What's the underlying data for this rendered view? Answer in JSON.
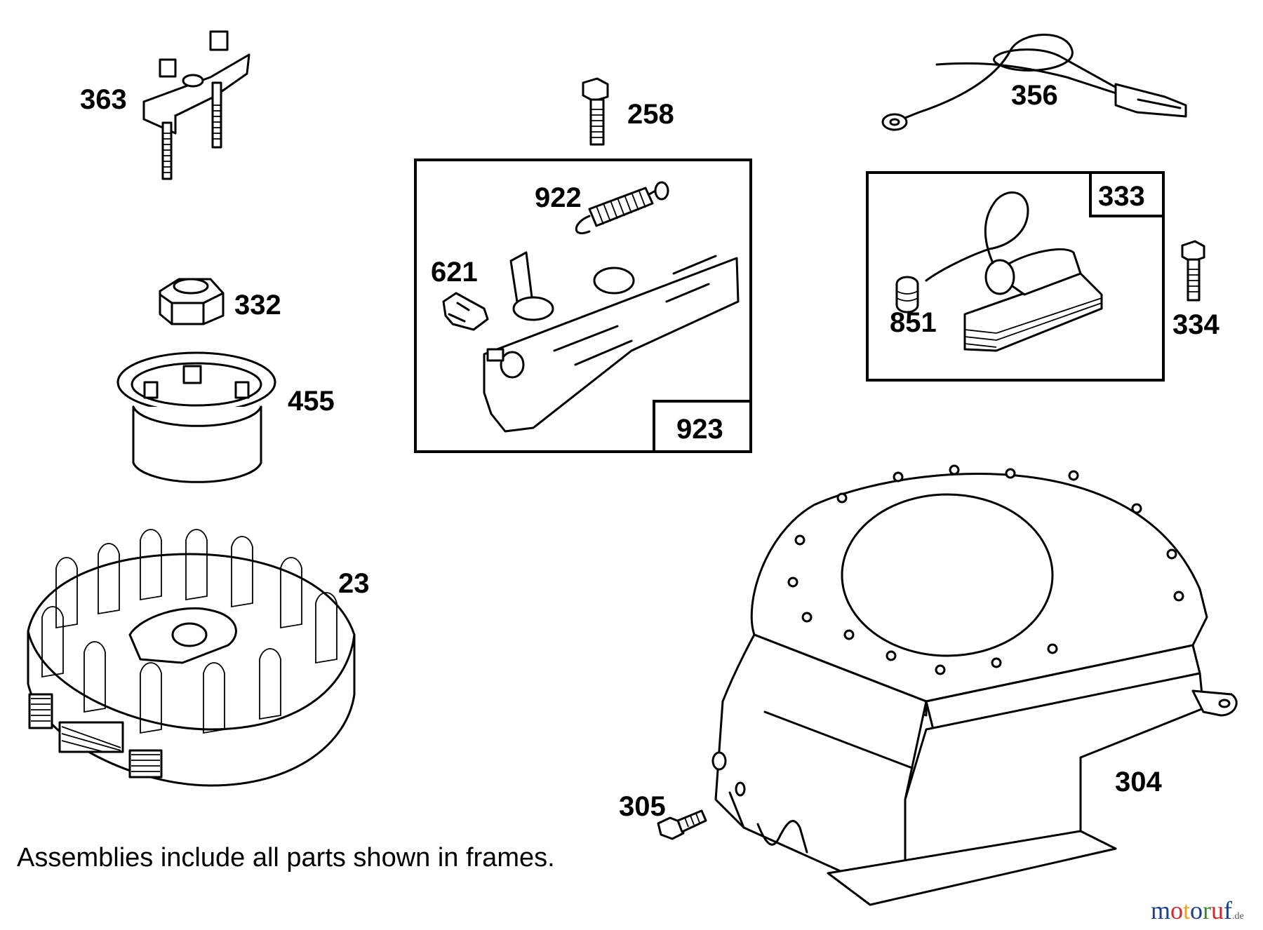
{
  "parts": {
    "p363": "363",
    "p258": "258",
    "p356": "356",
    "p922": "922",
    "p621": "621",
    "p923": "923",
    "p333": "333",
    "p851": "851",
    "p334": "334",
    "p332": "332",
    "p455": "455",
    "p23": "23",
    "p304": "304",
    "p305": "305"
  },
  "note": "Assemblies include all parts shown in frames.",
  "watermark": {
    "brand_letters": [
      "m",
      "o",
      "t",
      "o",
      "r",
      "u",
      "f"
    ],
    "tld": ".de"
  },
  "colors": {
    "wm_m": "#1a3f8f",
    "wm_o1": "#d4262b",
    "wm_t": "#f0a018",
    "wm_o2": "#1a3f8f",
    "wm_r": "#3a8a2e",
    "wm_u": "#d4262b",
    "wm_f": "#1a3f8f"
  }
}
